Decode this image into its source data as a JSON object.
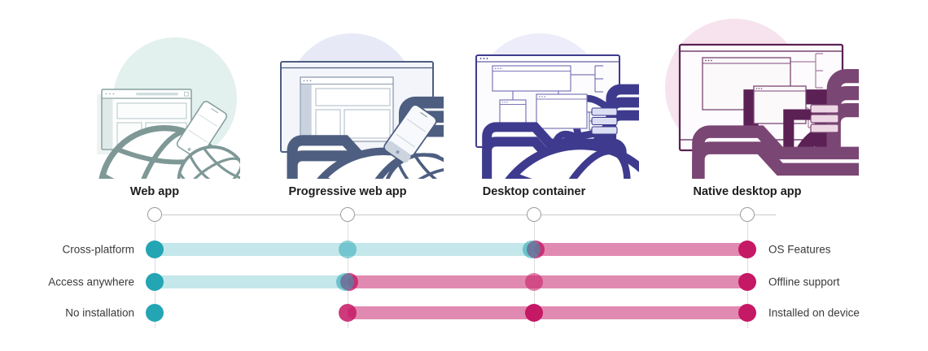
{
  "diagram": {
    "columns": [
      {
        "label": "Web app"
      },
      {
        "label": "Progressive web app"
      },
      {
        "label": "Desktop container"
      },
      {
        "label": "Native desktop app"
      }
    ],
    "rows": [
      {
        "left_label": "Cross-platform",
        "right_label": "OS Features",
        "segments": [
          {
            "from": 0,
            "to": 2,
            "color": "teal"
          },
          {
            "from": 2,
            "to": 3,
            "color": "pink"
          }
        ],
        "markers": [
          {
            "col": 0,
            "type": "teal-solid"
          },
          {
            "col": 1,
            "type": "teal-faded"
          },
          {
            "col": 2,
            "type": "transition"
          },
          {
            "col": 3,
            "type": "pink-solid"
          }
        ]
      },
      {
        "left_label": "Access anywhere",
        "right_label": "Offline support",
        "segments": [
          {
            "from": 0,
            "to": 1,
            "color": "teal"
          },
          {
            "from": 1,
            "to": 3,
            "color": "pink"
          }
        ],
        "markers": [
          {
            "col": 0,
            "type": "teal-solid"
          },
          {
            "col": 1,
            "type": "transition"
          },
          {
            "col": 2,
            "type": "pink-faded"
          },
          {
            "col": 3,
            "type": "pink-solid"
          }
        ]
      },
      {
        "left_label": "No installation",
        "right_label": "Installed on device",
        "segments": [
          {
            "from": 1,
            "to": 3,
            "color": "pink"
          }
        ],
        "markers": [
          {
            "col": 0,
            "type": "teal-solid"
          },
          {
            "col": 1,
            "type": "pink-strong"
          },
          {
            "col": 2,
            "type": "pink-solid"
          },
          {
            "col": 3,
            "type": "pink-solid"
          }
        ]
      }
    ],
    "colors": {
      "teal": "#23a5b4",
      "teal_bar": "#c3e7ea",
      "pink": "#c51865",
      "pink_bar": "#e18ab1",
      "line": "#c9c9c9",
      "v_line": "#dcdcdc",
      "node_stroke": "#9c9c9c"
    }
  },
  "icons": {
    "illustration_1": "web-app-illustration",
    "illustration_2": "progressive-web-app-illustration",
    "illustration_3": "desktop-container-illustration",
    "illustration_4": "native-desktop-app-illustration"
  }
}
